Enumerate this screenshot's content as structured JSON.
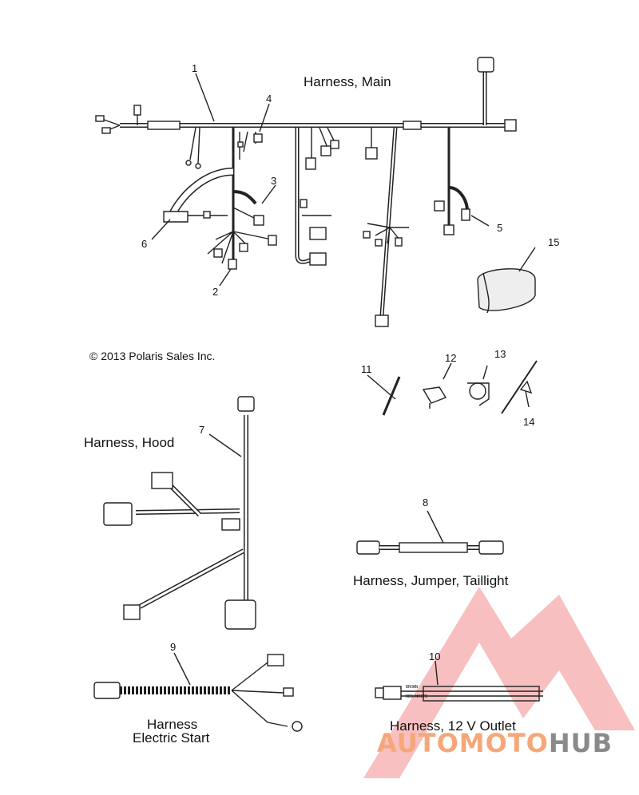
{
  "titles": {
    "main": "Harness, Main",
    "hood": "Harness, Hood",
    "taillight": "Harness, Jumper, Taillight",
    "electric_start_1": "Harness",
    "electric_start_2": "Electric Start",
    "outlet": "Harness, 12 V Outlet"
  },
  "copyright": "© 2013 Polaris Sales Inc.",
  "callouts": [
    "1",
    "2",
    "3",
    "4",
    "5",
    "6",
    "7",
    "8",
    "9",
    "10",
    "11",
    "12",
    "13",
    "14",
    "15"
  ],
  "wire_labels": {
    "brown": "BROWN",
    "red_white": "RED/WHITE"
  },
  "watermark": {
    "part1": "AUTOMOTO",
    "part2": "HUB",
    "color_main": "#f28c8c",
    "color_accent": "#8a8a8a"
  }
}
